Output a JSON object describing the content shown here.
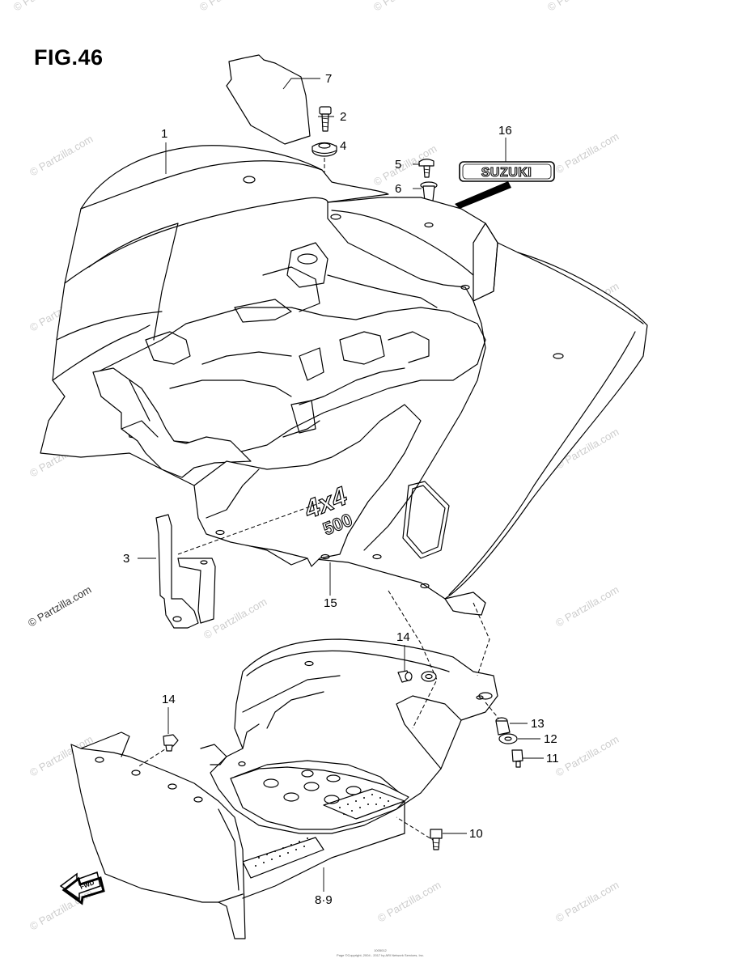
{
  "figure": {
    "title": "FIG.46"
  },
  "watermark": {
    "text": "© Partzilla.com"
  },
  "callouts": [
    {
      "id": "c1",
      "label": "1"
    },
    {
      "id": "c2",
      "label": "2"
    },
    {
      "id": "c3",
      "label": "3"
    },
    {
      "id": "c4",
      "label": "4"
    },
    {
      "id": "c5",
      "label": "5"
    },
    {
      "id": "c6",
      "label": "6"
    },
    {
      "id": "c7",
      "label": "7"
    },
    {
      "id": "c89",
      "label": "8·9"
    },
    {
      "id": "c10",
      "label": "10"
    },
    {
      "id": "c11",
      "label": "11"
    },
    {
      "id": "c12",
      "label": "12"
    },
    {
      "id": "c13",
      "label": "13"
    },
    {
      "id": "c14a",
      "label": "14"
    },
    {
      "id": "c14b",
      "label": "14"
    },
    {
      "id": "c15",
      "label": "15"
    },
    {
      "id": "c16",
      "label": "16"
    }
  ],
  "emblem": {
    "brand": "SUZUKI",
    "model_top": "4x4",
    "model_bottom": "500"
  },
  "fwd_arrow": {
    "text": "FWD"
  },
  "footer": {
    "line1": "1005012",
    "line2": "Page ©Copyright, 2004 - 2017 by ARI Network Services, Inc."
  }
}
